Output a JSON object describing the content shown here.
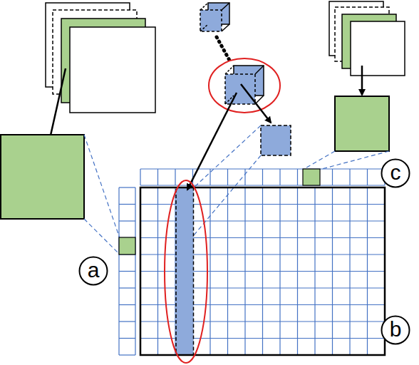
{
  "diagram": {
    "nodes": [
      {
        "text": [
          "c"
        ]
      },
      {
        "text": [
          "a"
        ]
      },
      {
        "text": [
          "b"
        ]
      }
    ]
  }
}
